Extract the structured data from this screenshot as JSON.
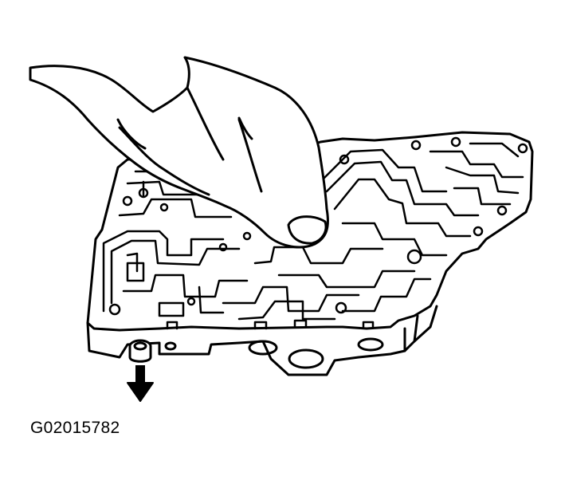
{
  "figure": {
    "id_label": "G02015782"
  },
  "colors": {
    "ink": "#000000",
    "paper": "#ffffff"
  },
  "icons": {
    "arrow": "down-arrow-icon",
    "hand": "hand-illustration",
    "plate": "valve-body-plate-illustration",
    "plug": "plug-icon"
  }
}
